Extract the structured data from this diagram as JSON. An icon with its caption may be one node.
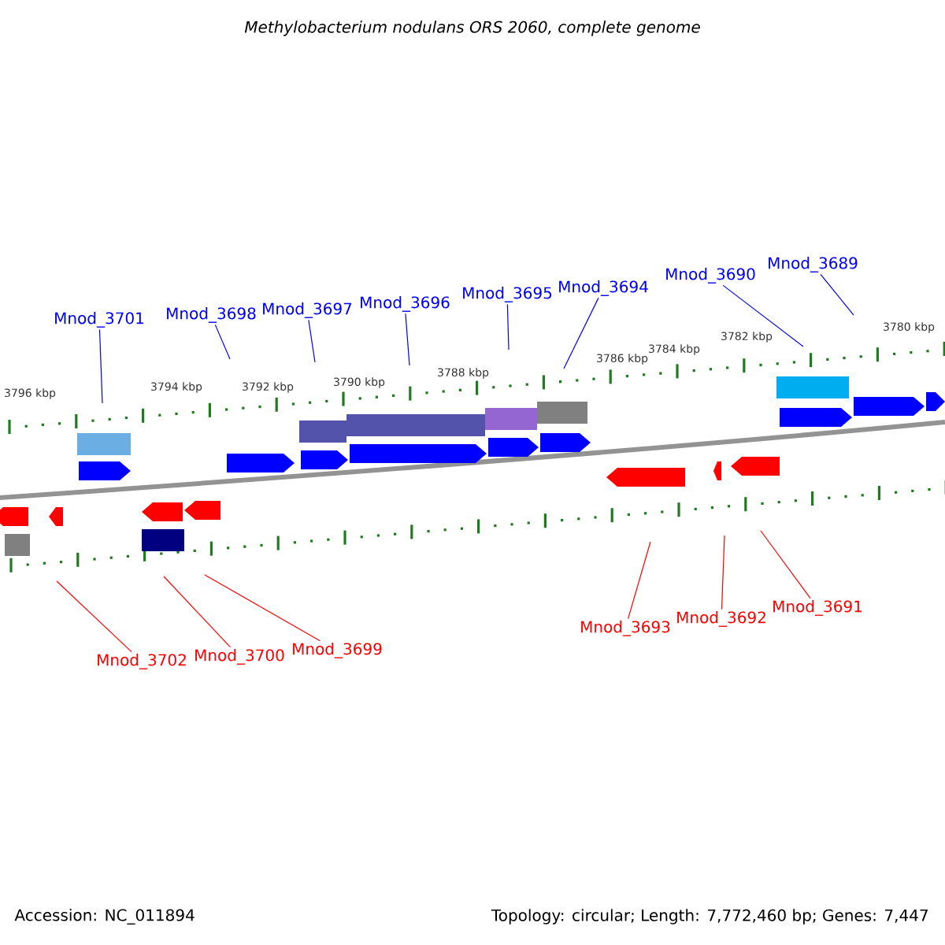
{
  "diagram": {
    "title": "Methylobacterium nodulans ORS 2060, complete genome",
    "nodes": [
      {
        "text": [
          "Mnod_3701"
        ]
      },
      {
        "text": [
          "Mnod_3698"
        ]
      },
      {
        "text": [
          "Mnod_3697"
        ]
      },
      {
        "text": [
          "Mnod_3696"
        ]
      },
      {
        "text": [
          "Mnod_3695"
        ]
      },
      {
        "text": [
          "Mnod_3694"
        ]
      },
      {
        "text": [
          "Mnod_3690"
        ]
      },
      {
        "text": [
          "Mnod_3689"
        ]
      },
      {
        "text": [
          "Mnod_3702"
        ]
      },
      {
        "text": [
          "Mnod_3700"
        ]
      },
      {
        "text": [
          "Mnod_3699"
        ]
      },
      {
        "text": [
          "Mnod_3693"
        ]
      },
      {
        "text": [
          "Mnod_3692"
        ]
      },
      {
        "text": [
          "Mnod_3691"
        ]
      }
    ],
    "edges": [
      {
        "from": 0,
        "to": null,
        "arrow": "none"
      },
      {
        "from": 1,
        "to": null,
        "arrow": "none"
      },
      {
        "from": 2,
        "to": null,
        "arrow": "none"
      },
      {
        "from": 3,
        "to": null,
        "arrow": "none"
      },
      {
        "from": 4,
        "to": null,
        "arrow": "none"
      },
      {
        "from": 5,
        "to": null,
        "arrow": "none"
      },
      {
        "from": 6,
        "to": null,
        "arrow": "none"
      },
      {
        "from": 7,
        "to": null,
        "arrow": "none"
      },
      {
        "from": 8,
        "to": null,
        "arrow": "none",
        "color": "#ff0000"
      },
      {
        "from": 9,
        "to": null,
        "arrow": "none",
        "color": "#ff0000"
      },
      {
        "from": 10,
        "to": null,
        "arrow": "none",
        "color": "#ff0000"
      },
      {
        "from": 11,
        "to": null,
        "arrow": "none",
        "color": "#ff0000"
      },
      {
        "from": 12,
        "to": null,
        "arrow": "none",
        "color": "#ff0000"
      },
      {
        "from": 13,
        "to": null,
        "arrow": "none",
        "color": "#ff0000"
      }
    ],
    "labels": [
      "3796 kbp",
      "3794 kbp",
      "3792 kbp",
      "3790 kbp",
      "3788 kbp",
      "3786 kbp",
      "3784 kbp",
      "3782 kbp",
      "3780 kbp",
      "Accession: NC_011894",
      "Topology: circular; Length: 7,772,460 bp; Genes: 7,447"
    ]
  }
}
